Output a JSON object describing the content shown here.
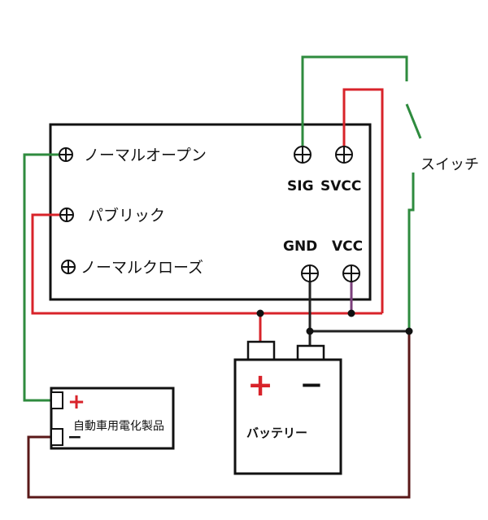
{
  "relay": {
    "normally_open_label": "ノーマルオープン",
    "common_label": "パブリック",
    "normally_closed_label": "ノーマルクローズ",
    "sig_label": "SIG",
    "svcc_label": "SVCC",
    "gnd_label": "GND",
    "vcc_label": "VCC"
  },
  "switch": {
    "label": "スイッチ"
  },
  "battery": {
    "label": "バッテリー",
    "plus_symbol": "+",
    "minus_symbol": "−"
  },
  "device": {
    "label": "自動車用電化製品",
    "plus_symbol": "+",
    "minus_symbol": "−"
  },
  "colors": {
    "red_wire": "#d8232a",
    "green_wire": "#2e8b3e",
    "black_wire": "#222222",
    "dark_red_wire": "#5a1818",
    "purple_wire": "#7b3f7b",
    "plus_red": "#d8232a"
  }
}
